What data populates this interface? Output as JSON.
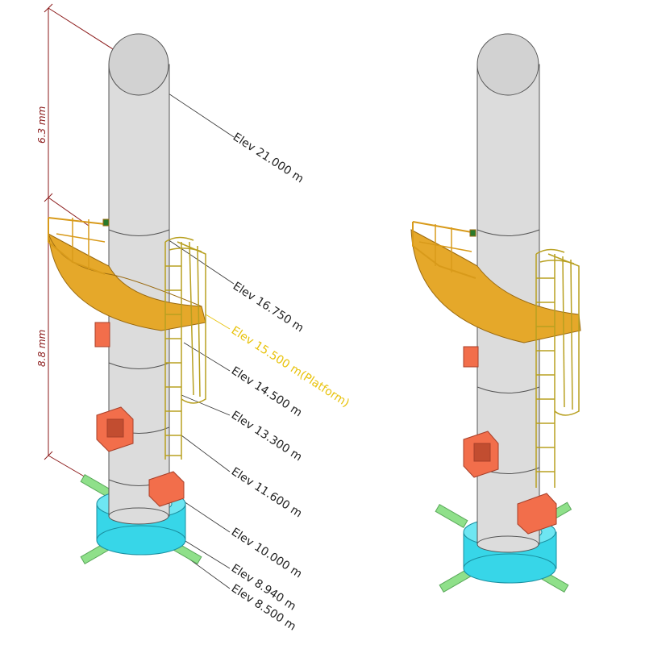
{
  "elevations": [
    {
      "label": "Elev 21.000 m",
      "highlight": false
    },
    {
      "label": "Elev 16.750 m",
      "highlight": false
    },
    {
      "label": "Elev 15.500 m(Platform)",
      "highlight": true
    },
    {
      "label": "Elev 14.500 m",
      "highlight": false
    },
    {
      "label": "Elev 13.300 m",
      "highlight": false
    },
    {
      "label": "Elev 11.600 m",
      "highlight": false
    },
    {
      "label": "Elev 10.000 m",
      "highlight": false
    },
    {
      "label": "Elev 8.940 m",
      "highlight": false
    },
    {
      "label": "Elev 8.500 m",
      "highlight": false
    }
  ],
  "dimensions": {
    "upper": "6.3 mm",
    "lower": "8.8 mm"
  },
  "colors": {
    "column": "#dcdcdc",
    "platform": "#e5a82a",
    "ladder": "#f3d64a",
    "nozzle": "#f26e4b",
    "base_ring": "#37d6e8",
    "pipe": "#8fe08a",
    "dimension": "#8b1a1a",
    "highlight": "#e8c20a"
  }
}
